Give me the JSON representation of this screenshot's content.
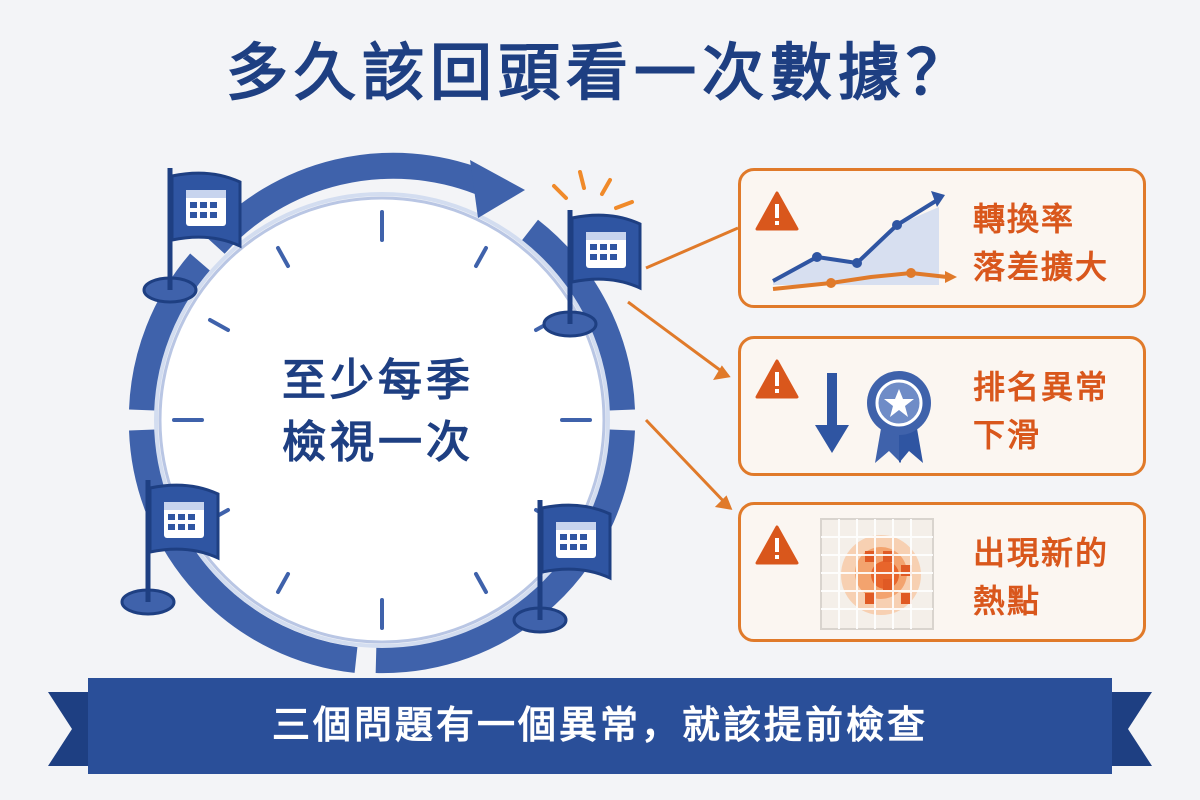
{
  "title": "多久該回頭看一次數據？",
  "cycle": {
    "center_line1": "至少每季",
    "center_line2": "檢視一次",
    "flag_icon": "calendar-flag-icon"
  },
  "cards": [
    {
      "label_line1": "轉換率",
      "label_line2": "落差擴大",
      "icon": "line-chart-icon"
    },
    {
      "label_line1": "排名異常",
      "label_line2": "下滑",
      "icon": "ranking-medal-down-icon"
    },
    {
      "label_line1": "出現新的",
      "label_line2": "熱點",
      "icon": "heatmap-icon"
    }
  ],
  "banner": {
    "text": "三個問題有一個異常，就該提前檢查"
  },
  "colors": {
    "navy": "#1e3f82",
    "blue": "#4a6bb0",
    "orange": "#e07a2a",
    "banner": "#2a4f99"
  }
}
